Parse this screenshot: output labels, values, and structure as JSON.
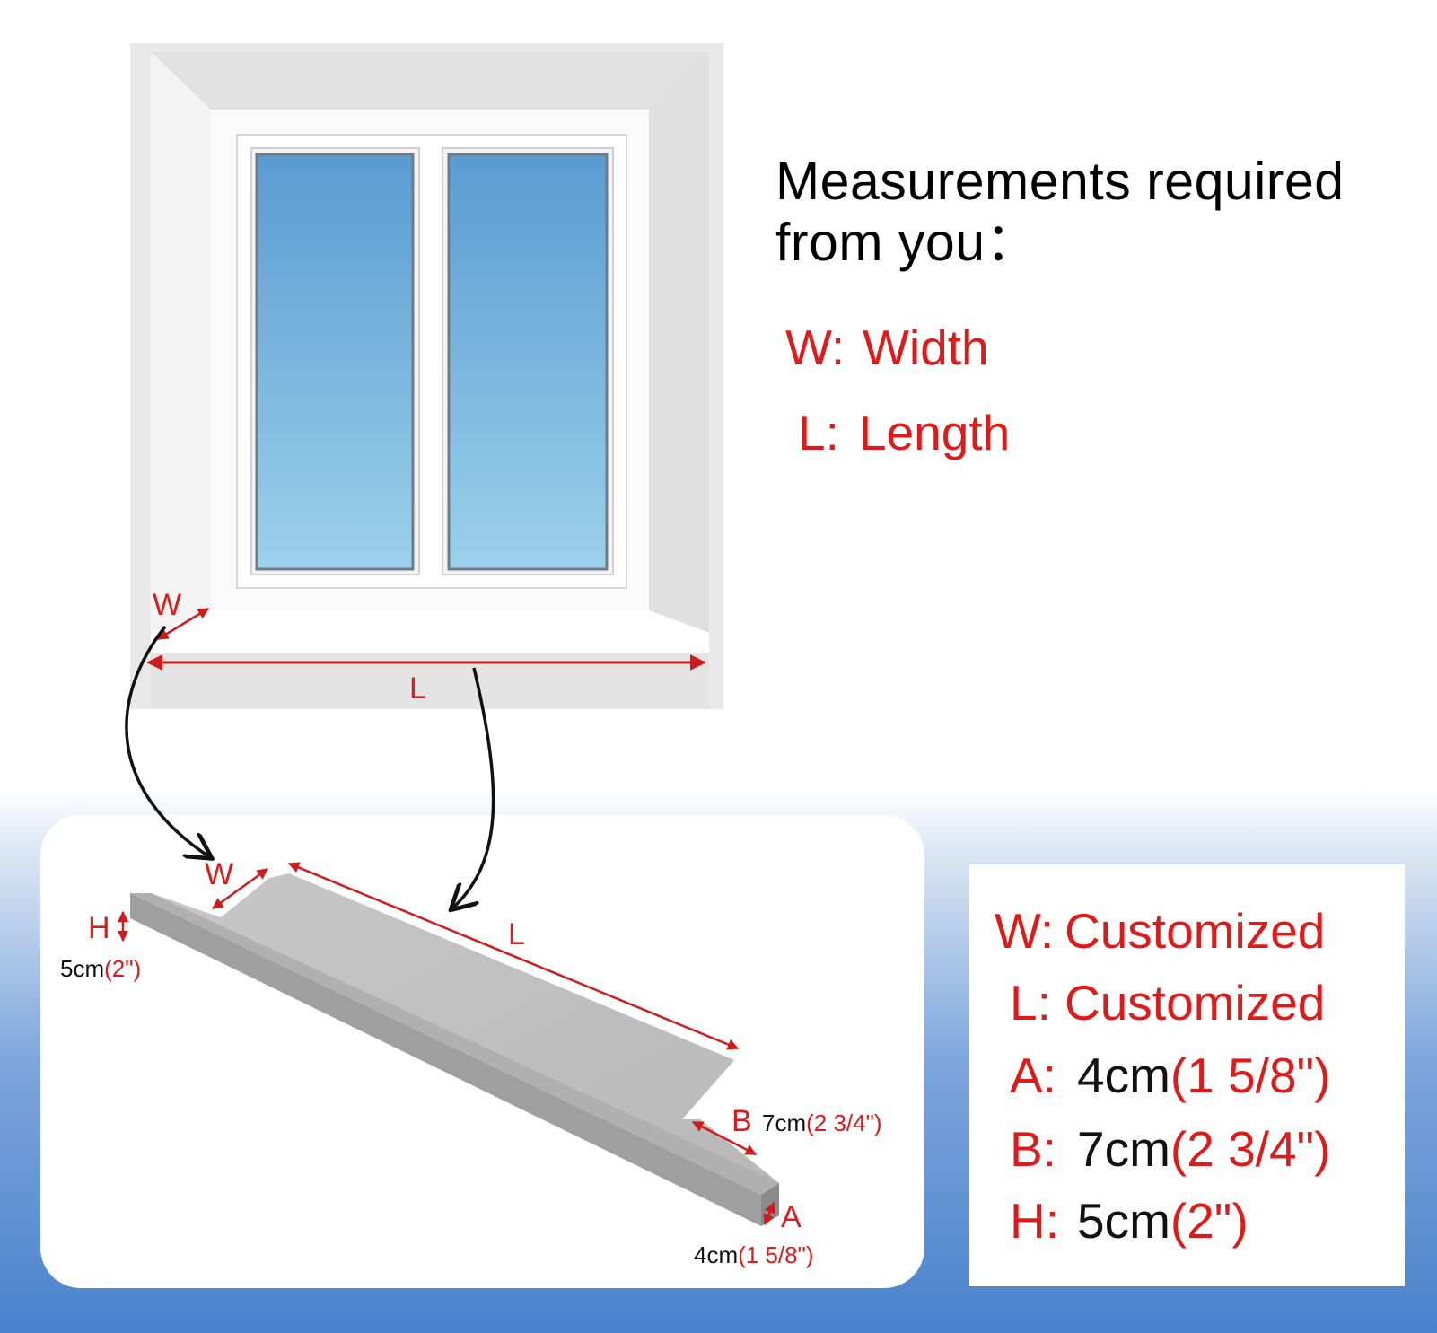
{
  "heading": "Measurements required from you：",
  "definitions": [
    {
      "key": "W:",
      "text": "Width"
    },
    {
      "key": "L:",
      "text": "Length"
    }
  ],
  "window_labels": {
    "w": "W",
    "l": "L"
  },
  "sill_labels": {
    "w": "W",
    "l": "L",
    "h": "H",
    "b": "B",
    "a": "A",
    "h_value": "5cm",
    "h_value_in": "(2\")",
    "b_value": "7cm",
    "b_value_in": "(2 3/4\")",
    "a_value": "4cm",
    "a_value_in": "(1 5/8\")"
  },
  "specs": [
    {
      "key": "W:",
      "value": "Customized",
      "value_in": ""
    },
    {
      "key": "L:",
      "value": "Customized",
      "value_in": ""
    },
    {
      "key": "A:",
      "value": "4cm",
      "value_in": "(1 5/8\")"
    },
    {
      "key": "B:",
      "value": "7cm",
      "value_in": "(2 3/4\")"
    },
    {
      "key": "H:",
      "value": "5cm",
      "value_in": "(2\")"
    }
  ],
  "colors": {
    "accent_red": "#e01919",
    "glass_top": "#5a9bd0",
    "glass_bottom": "#9cd0ec",
    "sill_gray": "#bdbdbd",
    "background_blue": "#4a82cc"
  }
}
